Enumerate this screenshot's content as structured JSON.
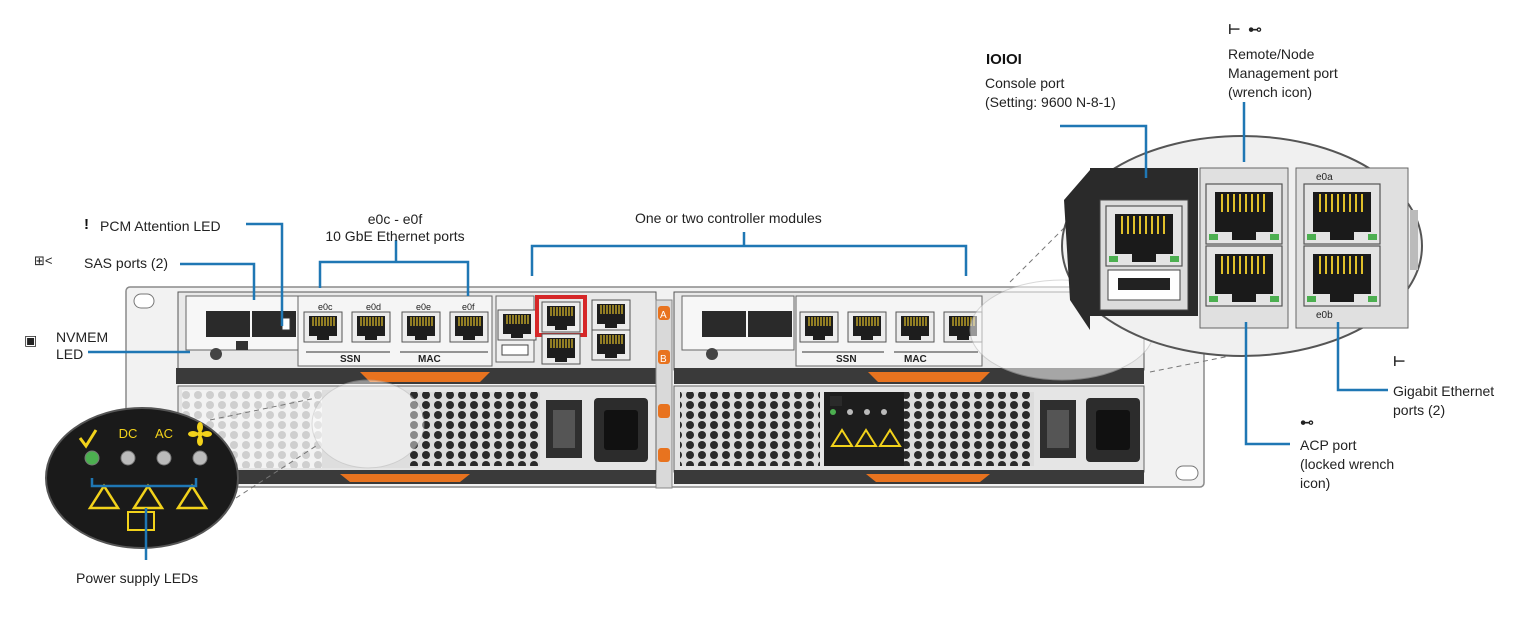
{
  "labels": {
    "pcm_attention": "PCM Attention LED",
    "sas_ports": "SAS ports (2)",
    "nvmem_line1": "NVMEM",
    "nvmem_line2": "LED",
    "ethernet_range": "e0c - e0f",
    "ethernet_desc": "10 GbE Ethernet ports",
    "controller_modules": "One or two controller modules",
    "console_port": "Console port",
    "console_setting": "(Setting: 9600 N-8-1)",
    "remote_line1": "Remote/Node",
    "remote_line2": "Management port",
    "remote_line3": "(wrench icon)",
    "gigabit_line1": "Gigabit Ethernet",
    "gigabit_line2": "ports (2)",
    "acp_line1": "ACP port",
    "acp_line2": "(locked wrench",
    "acp_line3": "icon)",
    "power_leds": "Power supply LEDs"
  },
  "symbols": {
    "attention": "!",
    "console": "IOIOI"
  },
  "port_labels": {
    "ssn": "SSN",
    "mac": "MAC",
    "e0a": "e0a",
    "e0b": "e0b",
    "e0c": "e0c",
    "e0d": "e0d",
    "e0e": "e0e",
    "e0f": "e0f",
    "slot_a": "A",
    "slot_b": "B"
  },
  "psu_led_labels": {
    "dc": "DC",
    "ac": "AC"
  },
  "colors": {
    "callout_line": "#1f77b4",
    "highlight": "#d62728",
    "led_green": "#4caf50",
    "orange_handle": "#e8731f",
    "warning_yellow": "#f2d21b"
  },
  "icons": [
    "attention-icon",
    "sas-icon",
    "nvmem-icon",
    "console-icon",
    "network-icon",
    "wrench-icon",
    "locked-wrench-icon",
    "checkmark-icon",
    "fan-icon",
    "warning-icon"
  ]
}
